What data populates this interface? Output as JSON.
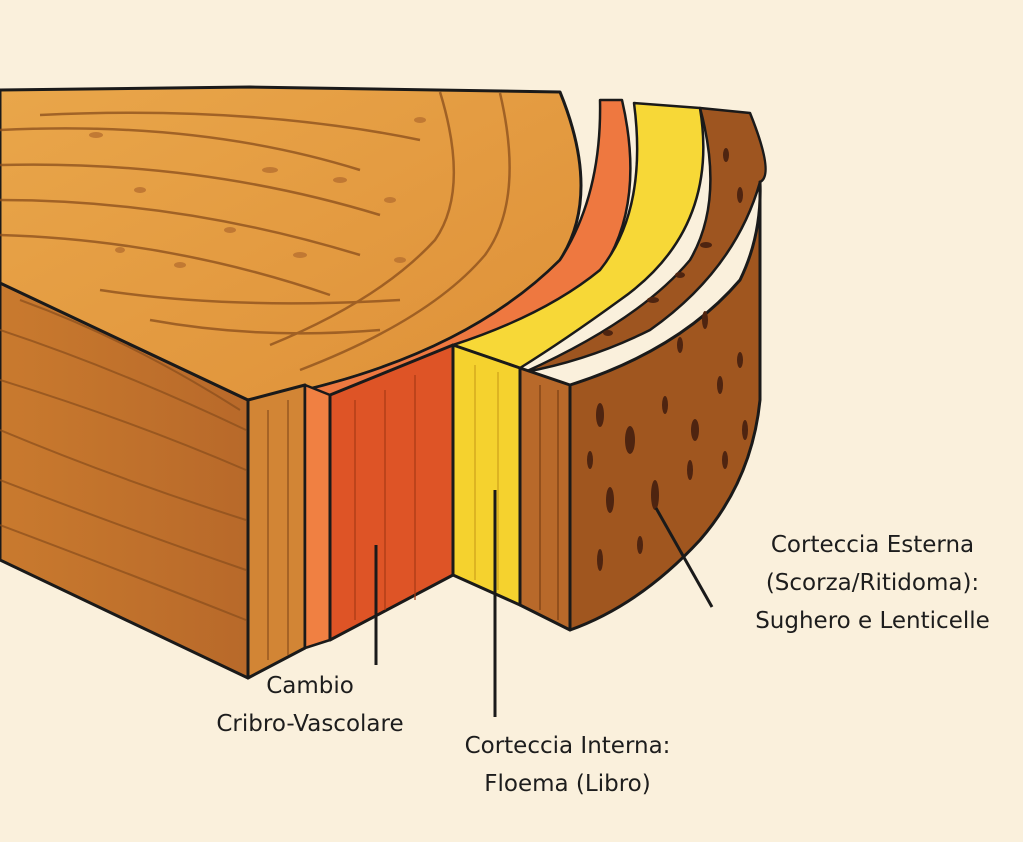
{
  "labels": {
    "cambium": [
      "Cambio",
      "Cribro-Vascolare"
    ],
    "inner_bark": [
      "Corteccia Interna:",
      "Floema (Libro)"
    ],
    "outer_bark": [
      "Corteccia Esterna",
      "(Scorza/Ritidoma):",
      "Sughero e Lenticelle"
    ]
  },
  "colors": {
    "background": "#FAF0DC",
    "wood_top": "#E49A3C",
    "wood_side": "#C87A2E",
    "cambium": "#E0552A",
    "phloem": "#F5D22E",
    "bark": "#A65A1E",
    "outline": "#1a1a1a"
  }
}
